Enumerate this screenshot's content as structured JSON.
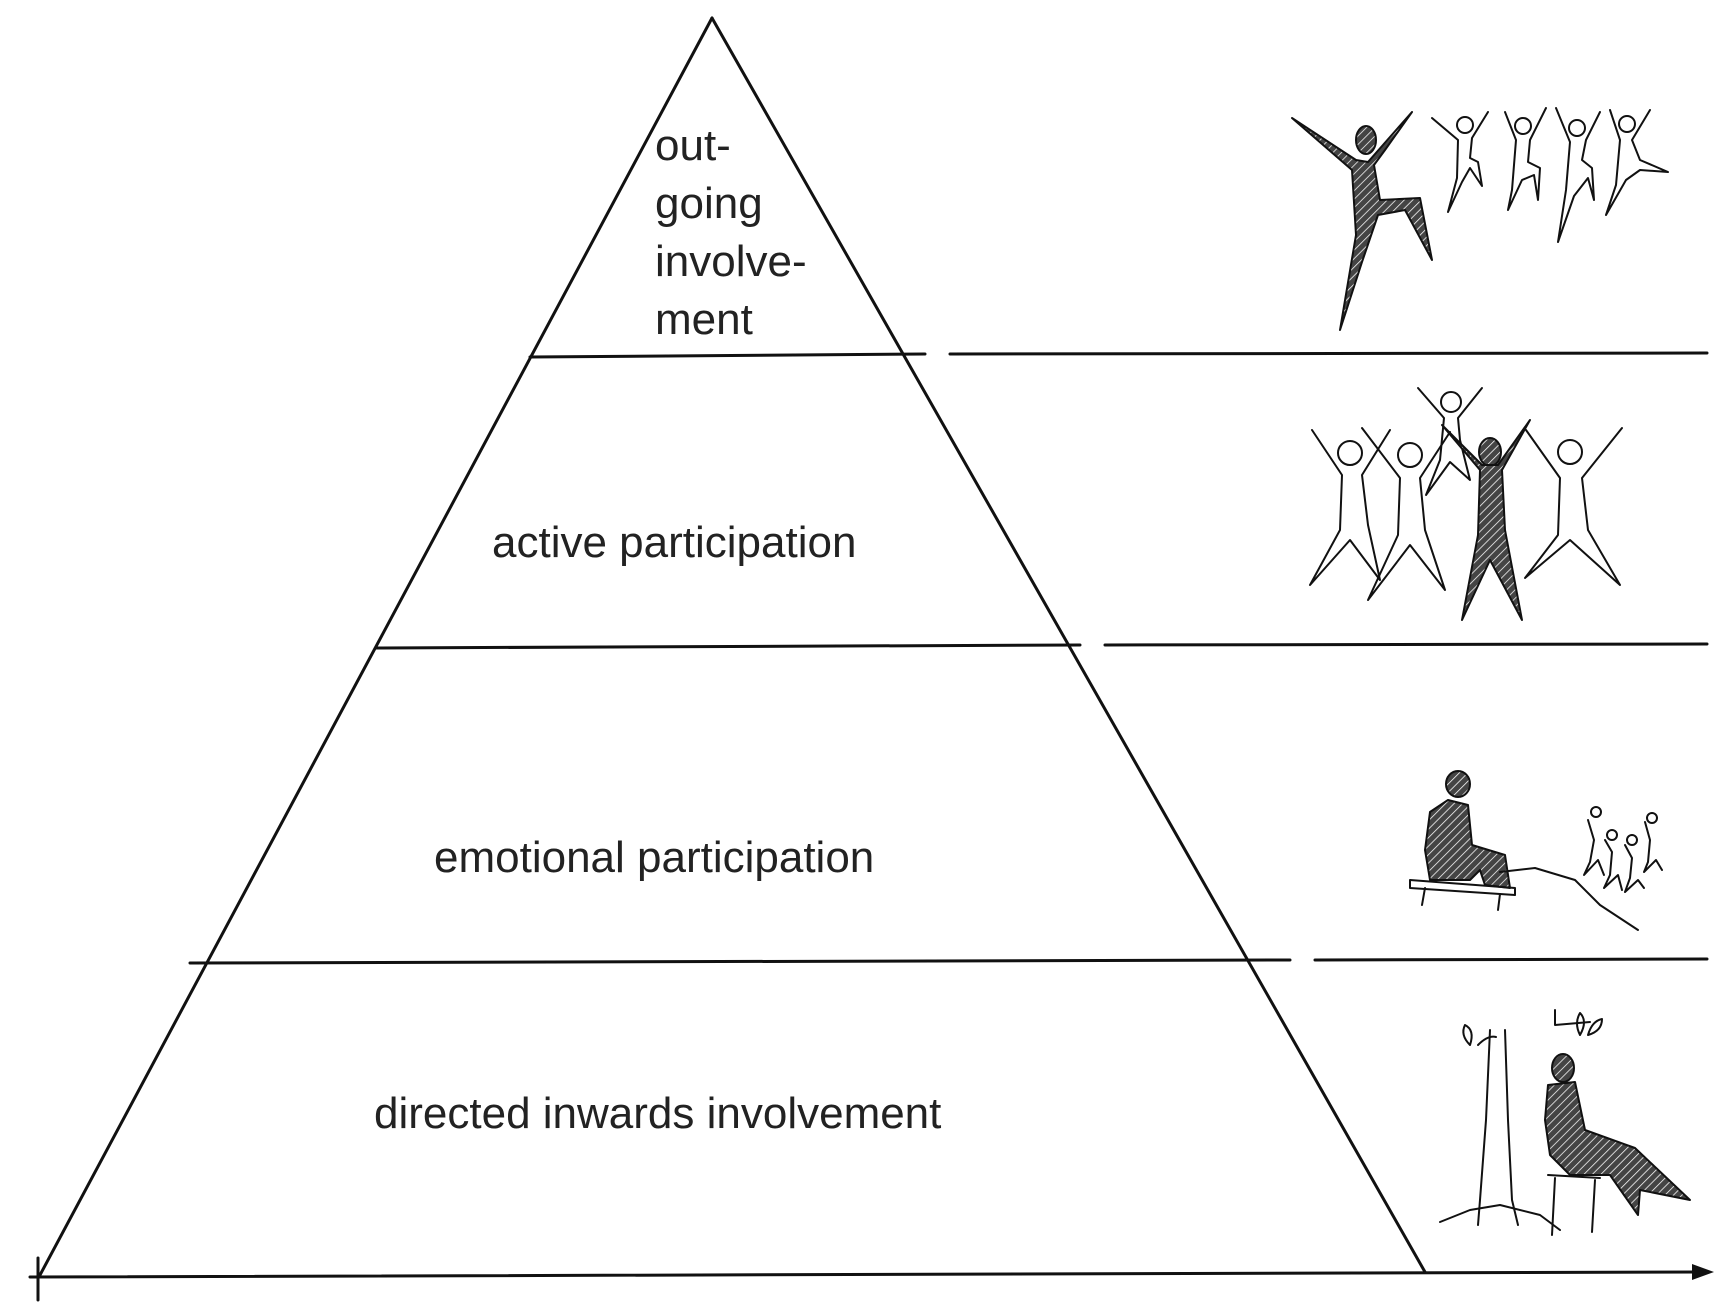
{
  "levels": [
    {
      "label_lines": [
        "out-",
        "going",
        "involve-",
        "ment"
      ]
    },
    {
      "label": "active participation"
    },
    {
      "label": "emotional participation"
    },
    {
      "label": "directed inwards involvement"
    }
  ],
  "illustrations": [
    "jumping-people-illustration",
    "dancing-group-illustration",
    "seated-spectator-illustration",
    "person-under-tree-illustration"
  ],
  "colors": {
    "ink": "#111111",
    "background": "#ffffff"
  }
}
